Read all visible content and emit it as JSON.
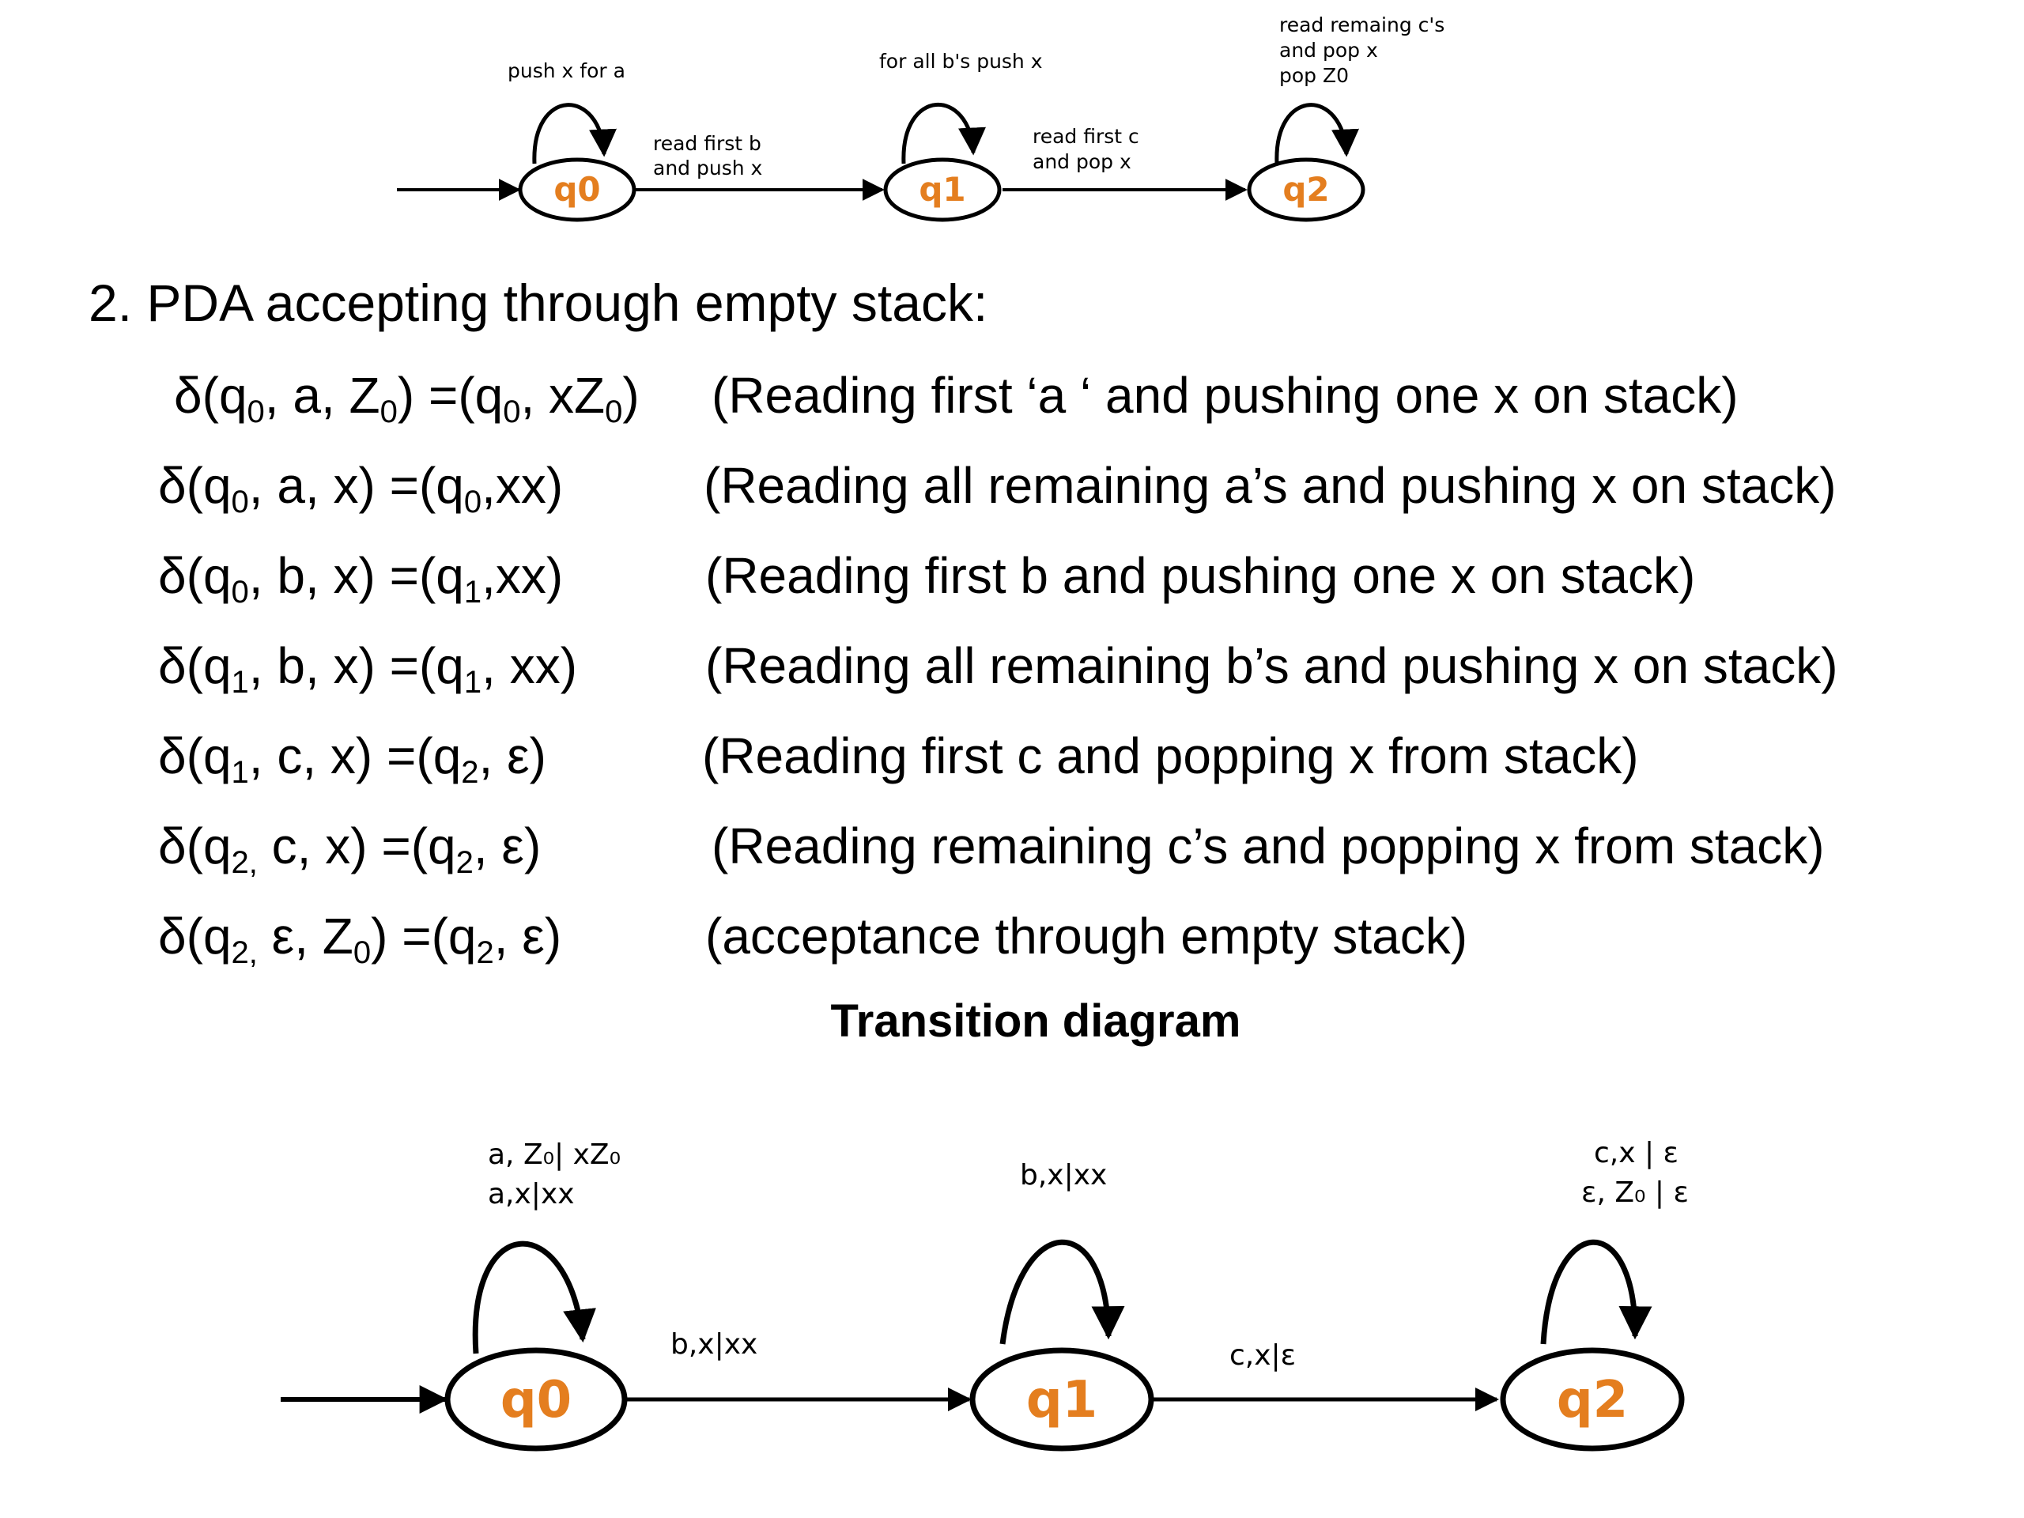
{
  "diagram1": {
    "states": [
      "q0",
      "q1",
      "q2"
    ],
    "loop_labels": [
      [
        "push x for a"
      ],
      [
        "for all b's push x"
      ],
      [
        "read remaing c's",
        "and pop x",
        "pop Z0"
      ]
    ],
    "edge_labels": [
      [
        "read first b",
        "and push x"
      ],
      [
        "read first c",
        "and pop x"
      ]
    ]
  },
  "heading": "2. PDA accepting through empty stack:",
  "transitions": [
    {
      "state": "q0",
      "sub": "0",
      "input": "a",
      "stack_top": "Z",
      "stack_top_sub": "0",
      "next_state": "q",
      "next_sub": "0",
      "push": "xZ",
      "push_sub": "0",
      "sep": ", ",
      "description": "(Reading  first ‘a ‘ and pushing one x on stack)"
    },
    {
      "state": "q0",
      "sub": "0",
      "input": "a",
      "stack_top": "x",
      "stack_top_sub": "",
      "next_state": "q",
      "next_sub": "0",
      "push": "xx",
      "push_sub": "",
      "sep": ",",
      "description": "(Reading all remaining a’s and pushing x on stack)"
    },
    {
      "state": "q0",
      "sub": "0",
      "input": "b",
      "stack_top": "x",
      "stack_top_sub": "",
      "next_state": "q",
      "next_sub": "1",
      "push": "xx",
      "push_sub": "",
      "sep": ",",
      "description": "(Reading first b and pushing one x on stack)"
    },
    {
      "state": "q1",
      "sub": "1",
      "input": "b",
      "stack_top": "x",
      "stack_top_sub": "",
      "next_state": "q",
      "next_sub": "1",
      "push": "xx",
      "push_sub": "",
      "sep": ", ",
      "description": "(Reading all remaining b’s and pushing x on stack)"
    },
    {
      "state": "q1",
      "sub": "1",
      "input": "c",
      "stack_top": "x",
      "stack_top_sub": "",
      "next_state": "q",
      "next_sub": "2",
      "push": "ε",
      "push_sub": "",
      "sep": ", ",
      "description": "(Reading first c and popping x from stack)"
    },
    {
      "state": "q2",
      "sub": "2,",
      "input": "c",
      "stack_top": "x",
      "stack_top_sub": "",
      "next_state": "q",
      "next_sub": "2",
      "push": "ε",
      "push_sub": "",
      "sep": ", ",
      "description": "(Reading remaining c’s and popping x from stack)"
    },
    {
      "state": "q2",
      "sub": "2,",
      "input": "ε",
      "stack_top": "Z",
      "stack_top_sub": "0",
      "next_state": "q",
      "next_sub": "2",
      "push": "ε",
      "push_sub": "",
      "sep": ", ",
      "description": "(acceptance through empty stack)"
    }
  ],
  "caption": "Transition diagram",
  "diagram2": {
    "states": [
      "q0",
      "q1",
      "q2"
    ],
    "loop_labels": [
      [
        "a, Z₀| xZ₀",
        "a,x|xx"
      ],
      [
        "b,x|xx"
      ],
      [
        "c,x | ε",
        "ε, Z₀ | ε"
      ]
    ],
    "edge_labels": [
      "b,x|xx",
      "c,x|ε"
    ]
  },
  "colors": {
    "state_text": "#e47e1f",
    "stroke": "#000000",
    "background": "#ffffff"
  }
}
